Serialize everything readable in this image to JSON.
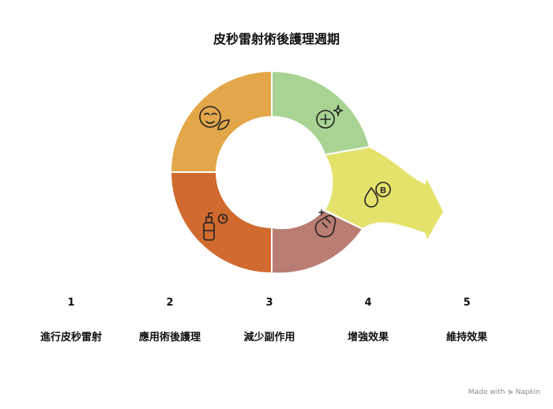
{
  "title": "皮秒雷射術後護理週期",
  "steps": [
    {
      "number": "1",
      "label": "進行皮秒雷射",
      "icon": "face-leaf-icon",
      "color": "#e3a74a"
    },
    {
      "number": "2",
      "label": "應用術後護理",
      "icon": "spray-bottle-timer-icon",
      "color": "#d06a2e"
    },
    {
      "number": "3",
      "label": "減少副作用",
      "icon": "hand-sparkle-icon",
      "color": "#b97d73"
    },
    {
      "number": "4",
      "label": "增強效果",
      "icon": "plus-sparkle-icon",
      "color": "#a8d393"
    },
    {
      "number": "5",
      "label": "維持效果",
      "icon": "vitamin-b-drop-icon",
      "color": "#e5e26c"
    }
  ],
  "watermark": "Made with ⋟ Napkin"
}
